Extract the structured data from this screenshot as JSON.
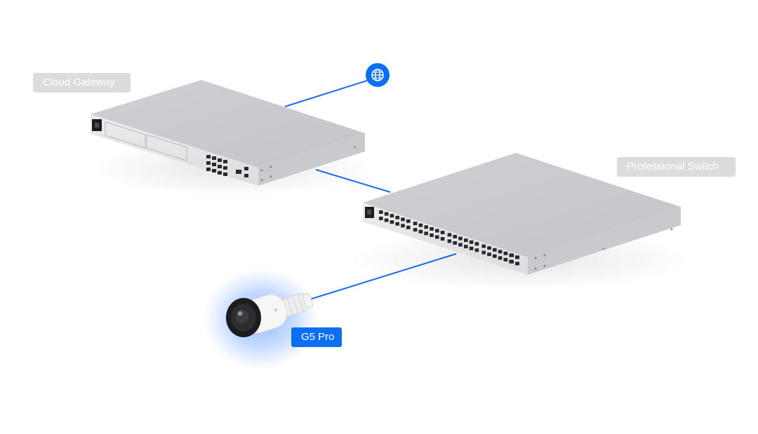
{
  "devices": {
    "gateway": {
      "label": "Cloud Gateway"
    },
    "switch": {
      "label": "Professional Switch"
    },
    "camera": {
      "label": "G5 Pro"
    }
  },
  "internet": {
    "icon": "globe-icon"
  },
  "colors": {
    "link": "#1a6cf0",
    "accent": "#0b6ff1",
    "label_inactive": "#dcdcdc",
    "device_body": "#d3d4d7"
  }
}
